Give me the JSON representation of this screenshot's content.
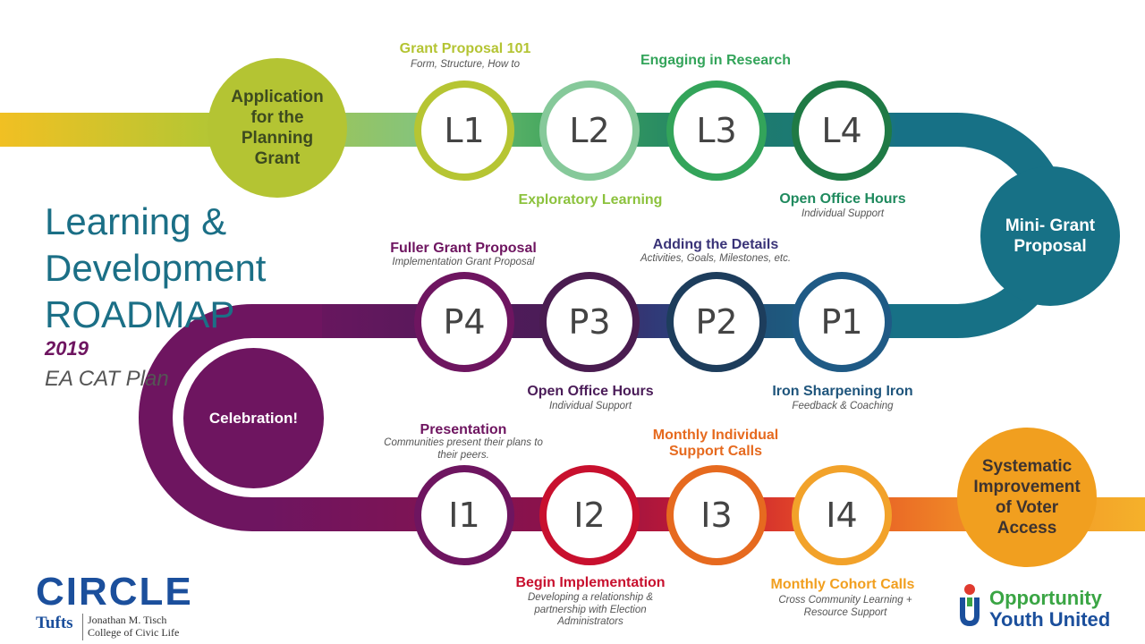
{
  "title": {
    "line1": "Learning &",
    "line2": "Development",
    "line3": "ROADMAP",
    "year": "2019",
    "plan": "EA CAT Plan"
  },
  "milestones": {
    "application": "Application for the Planning Grant",
    "mini_grant": "Mini- Grant Proposal",
    "celebration": "Celebration!",
    "systematic": "Systematic Improvement of Voter Access"
  },
  "nodes": {
    "l1": "L1",
    "l2": "L2",
    "l3": "L3",
    "l4": "L4",
    "p4": "P4",
    "p3": "P3",
    "p2": "P2",
    "p1": "P1",
    "i1": "I1",
    "i2": "I2",
    "i3": "I3",
    "i4": "I4"
  },
  "labels": {
    "grant_proposal_101": {
      "title": "Grant Proposal 101",
      "sub": "Form, Structure, How to"
    },
    "engaging_research": {
      "title": "Engaging in Research"
    },
    "exploratory": {
      "title": "Exploratory Learning"
    },
    "open_office_top": {
      "title": "Open Office Hours",
      "sub": "Individual Support"
    },
    "fuller_grant": {
      "title": "Fuller Grant Proposal",
      "sub": "Implementation Grant Proposal"
    },
    "adding_details": {
      "title": "Adding the Details",
      "sub": "Activities, Goals, Milestones, etc."
    },
    "open_office_mid": {
      "title": "Open Office Hours",
      "sub": "Individual Support"
    },
    "iron_sharpening": {
      "title": "Iron Sharpening Iron",
      "sub": "Feedback & Coaching"
    },
    "presentation": {
      "title": "Presentation",
      "sub": "Communities present their plans to their peers."
    },
    "monthly_individual": {
      "title": "Monthly Individual Support Calls"
    },
    "begin_implementation": {
      "title": "Begin Implementation",
      "sub": "Developing a relationship & partnership with Election Administrators"
    },
    "monthly_cohort": {
      "title": "Monthly Cohort Calls",
      "sub": "Cross Community Learning + Resource Support"
    }
  },
  "logos": {
    "circle": "CIRCLE",
    "tufts": "Tufts",
    "tisch_line1": "Jonathan M. Tisch",
    "tisch_line2": "College of Civic Life",
    "oyu_line1": "Opportunity",
    "oyu_line2": "Youth United"
  },
  "colors": {
    "teal": "#177186",
    "purple": "#6e1560",
    "application_green": "#b4c433",
    "systematic_orange": "#f19f1f"
  }
}
